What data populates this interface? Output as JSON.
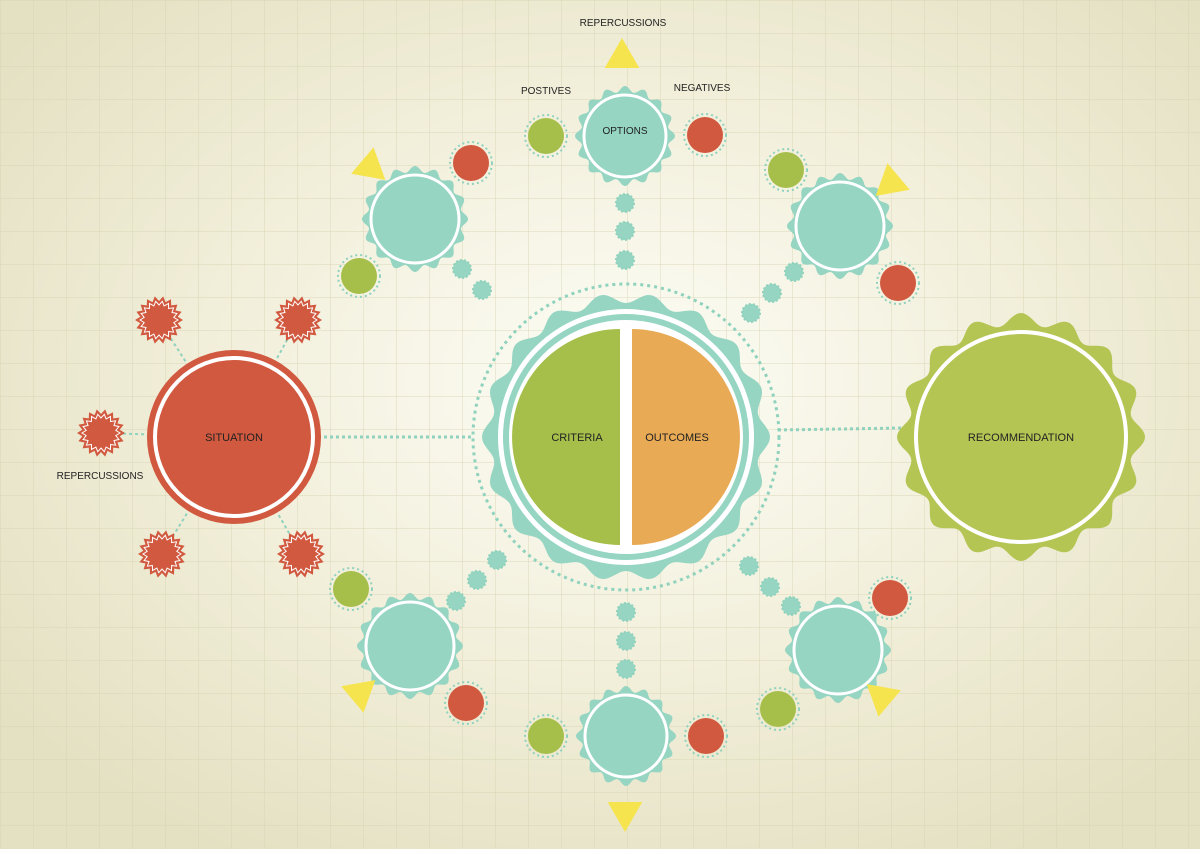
{
  "labels": {
    "situation": "SITUATION",
    "criteria": "CRITERIA",
    "outcomes": "OUTCOMES",
    "recommendation": "RECOMMENDATION",
    "options": "OPTIONS",
    "repercussions_top": "REPERCUSSIONS",
    "repercussions_left": "REPERCUSSIONS",
    "positives": "POSTIVES",
    "negatives": "NEGATIVES"
  },
  "colors": {
    "background": "#efecd6",
    "grid": "#dcd7b9",
    "situation_red": "#d0593f",
    "option_teal": "#95d5c2",
    "criteria_green": "#a6bf4b",
    "outcomes_orange": "#e8aa55",
    "recommendation_green": "#b5c554",
    "positive_green": "#a6bf4b",
    "negative_red": "#d0593f",
    "repercussion_yellow": "#f6e44e",
    "connector_teal": "#8fd2bd"
  },
  "icons": {
    "repercussion_marker": "triangle",
    "situation_repercussion": "starburst",
    "positive": "circle",
    "negative": "circle"
  }
}
